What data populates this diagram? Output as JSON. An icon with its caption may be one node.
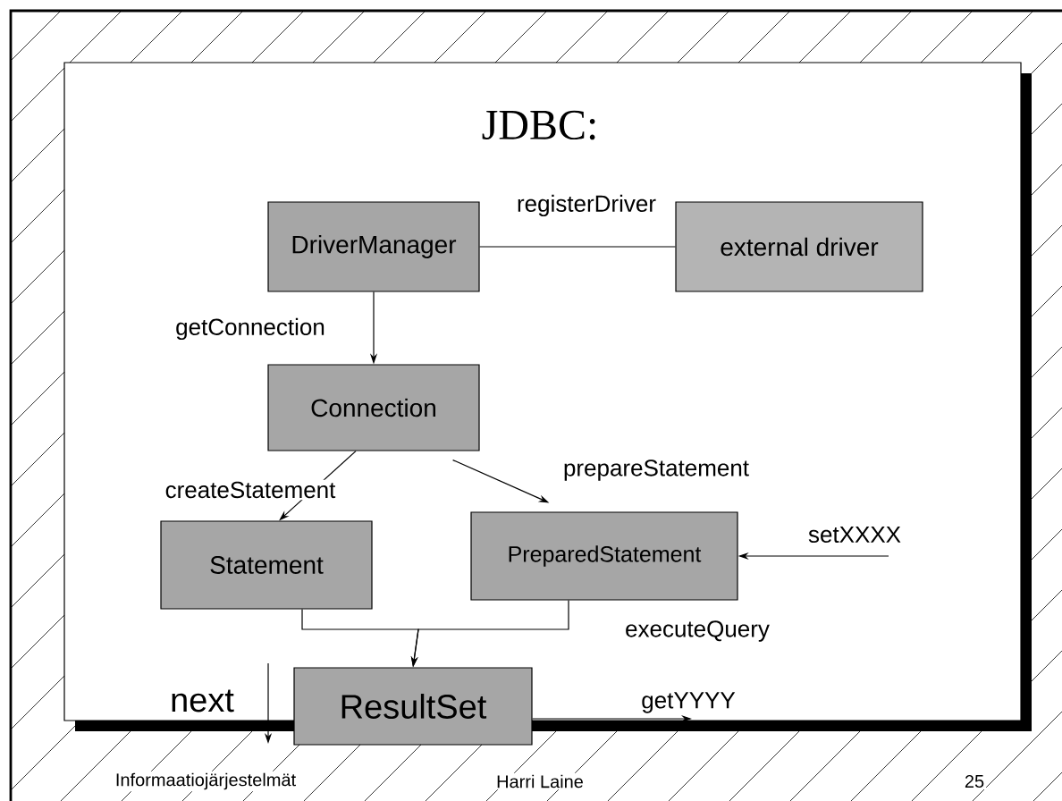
{
  "diagram": {
    "title": "JDBC:",
    "nodes": [
      {
        "text": [
          "DriverManager"
        ]
      },
      {
        "text": [
          "external driver"
        ]
      },
      {
        "text": [
          "Connection"
        ]
      },
      {
        "text": [
          "Statement"
        ]
      },
      {
        "text": [
          "PreparedStatement"
        ]
      },
      {
        "text": [
          "ResultSet"
        ]
      }
    ],
    "edges": [
      {
        "from": 0,
        "to": 1,
        "arrow": "none",
        "label": "registerDriver"
      },
      {
        "from": 0,
        "to": 2,
        "arrow": "to",
        "label": "getConnection"
      },
      {
        "from": 2,
        "to": 3,
        "arrow": "to",
        "label": "createStatement"
      },
      {
        "from": 2,
        "to": 4,
        "arrow": "to",
        "label": "prepareStatement"
      },
      {
        "from": null,
        "to": 4,
        "arrow": "to",
        "label": "setXXXX"
      },
      {
        "from": 3,
        "to": 5,
        "arrow": "to"
      },
      {
        "from": 4,
        "to": 5,
        "arrow": "to",
        "label": "executeQuery"
      },
      {
        "from": 5,
        "to": null,
        "arrow": "to",
        "label": "getYYYY"
      }
    ],
    "labels": [
      "next",
      "Informaatiojärjestelmät",
      "Harri Laine",
      "25"
    ]
  }
}
